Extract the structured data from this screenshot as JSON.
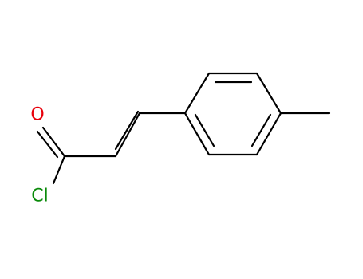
{
  "molecule": {
    "atoms": [
      {
        "id": "O",
        "symbol": "O",
        "color": "#e8000b"
      },
      {
        "id": "Cl",
        "symbol": "Cl",
        "color": "#0a8a0a"
      }
    ],
    "bond_color": "#000000"
  }
}
